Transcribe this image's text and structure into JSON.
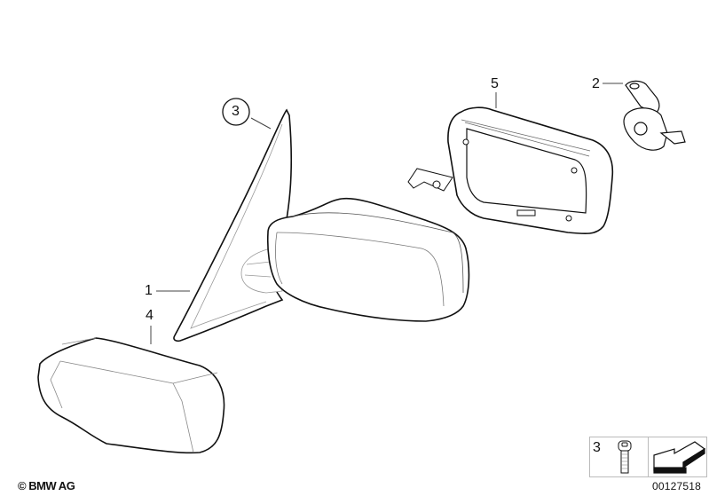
{
  "diagram": {
    "type": "parts-exploded-view",
    "callouts": [
      {
        "number": "1",
        "part": "mirror-housing-assembly"
      },
      {
        "number": "2",
        "part": "clip-bracket"
      },
      {
        "number": "3",
        "part": "triangle-trim-cover",
        "circled": true
      },
      {
        "number": "4",
        "part": "mirror-cap"
      },
      {
        "number": "5",
        "part": "mirror-frame-carrier"
      }
    ],
    "colors": {
      "line": "#111111",
      "thin_line": "#888888",
      "background": "#ffffff"
    }
  },
  "legend": {
    "number": "3",
    "item": "screw",
    "icon": "arrow-direction-icon"
  },
  "footer": {
    "copyright": "© BMW AG",
    "document_number": "00127518"
  }
}
